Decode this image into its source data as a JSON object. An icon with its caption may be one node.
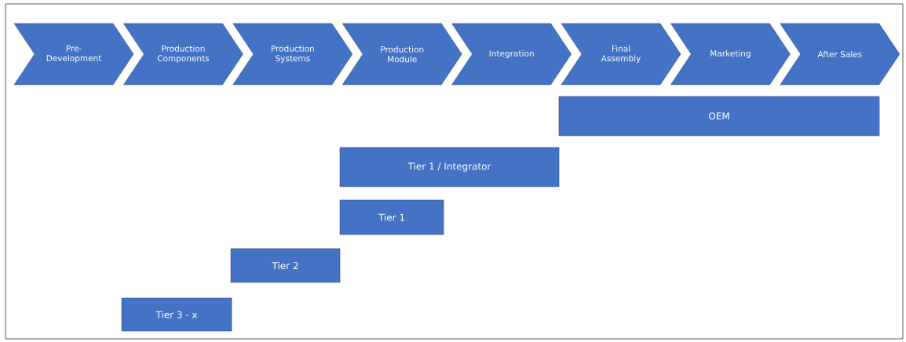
{
  "diagram": {
    "nodes": [
      {
        "text": [
          "Pre-Development"
        ]
      },
      {
        "text": [
          "Production Components"
        ]
      },
      {
        "text": [
          "Production Systems"
        ]
      },
      {
        "text": [
          "Production Module"
        ]
      },
      {
        "text": [
          "Integration"
        ]
      },
      {
        "text": [
          "Final Assembly"
        ]
      },
      {
        "text": [
          "Marketing"
        ]
      },
      {
        "text": [
          "After Sales"
        ]
      },
      {
        "text": [
          "OEM"
        ]
      },
      {
        "text": [
          "Tier 1 / Integrator"
        ]
      },
      {
        "text": [
          "Tier 1"
        ]
      },
      {
        "text": [
          "Tier 2"
        ]
      },
      {
        "text": [
          "Tier 3 - x"
        ]
      }
    ]
  }
}
